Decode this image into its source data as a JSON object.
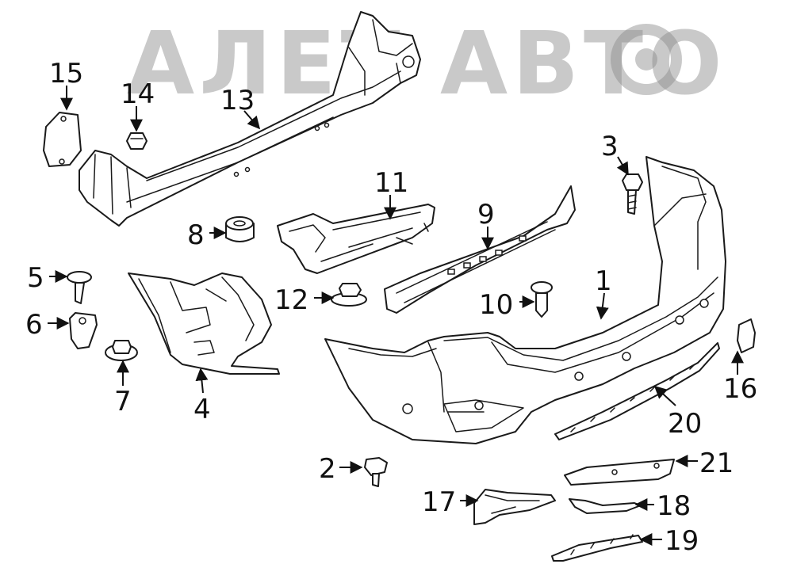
{
  "watermark": {
    "text": "АЛЕТ АВТО"
  },
  "callouts": {
    "c1": "1",
    "c2": "2",
    "c3": "3",
    "c4": "4",
    "c5": "5",
    "c6": "6",
    "c7": "7",
    "c8": "8",
    "c9": "9",
    "c10": "10",
    "c11": "11",
    "c12": "12",
    "c13": "13",
    "c14": "14",
    "c15": "15",
    "c16": "16",
    "c17": "17",
    "c18": "18",
    "c19": "19",
    "c20": "20",
    "c21": "21"
  }
}
